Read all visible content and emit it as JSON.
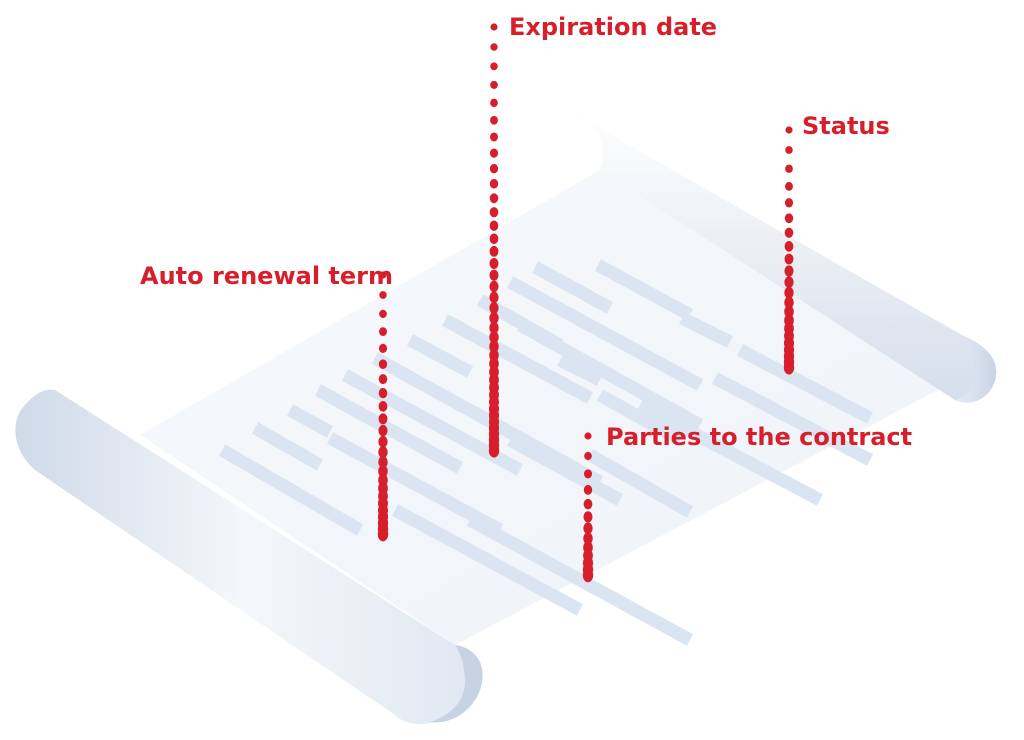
{
  "colors": {
    "accent": "#d71f2b",
    "paper": "#f3f6fb",
    "paper_shadow": "#c3cee0",
    "text_line": "#dbe5f1"
  },
  "callouts": [
    {
      "key": "expiration",
      "label": "Expiration date"
    },
    {
      "key": "status",
      "label": "Status"
    },
    {
      "key": "autorenew",
      "label": "Auto renewal term"
    },
    {
      "key": "parties",
      "label": "Parties to the contract"
    }
  ]
}
